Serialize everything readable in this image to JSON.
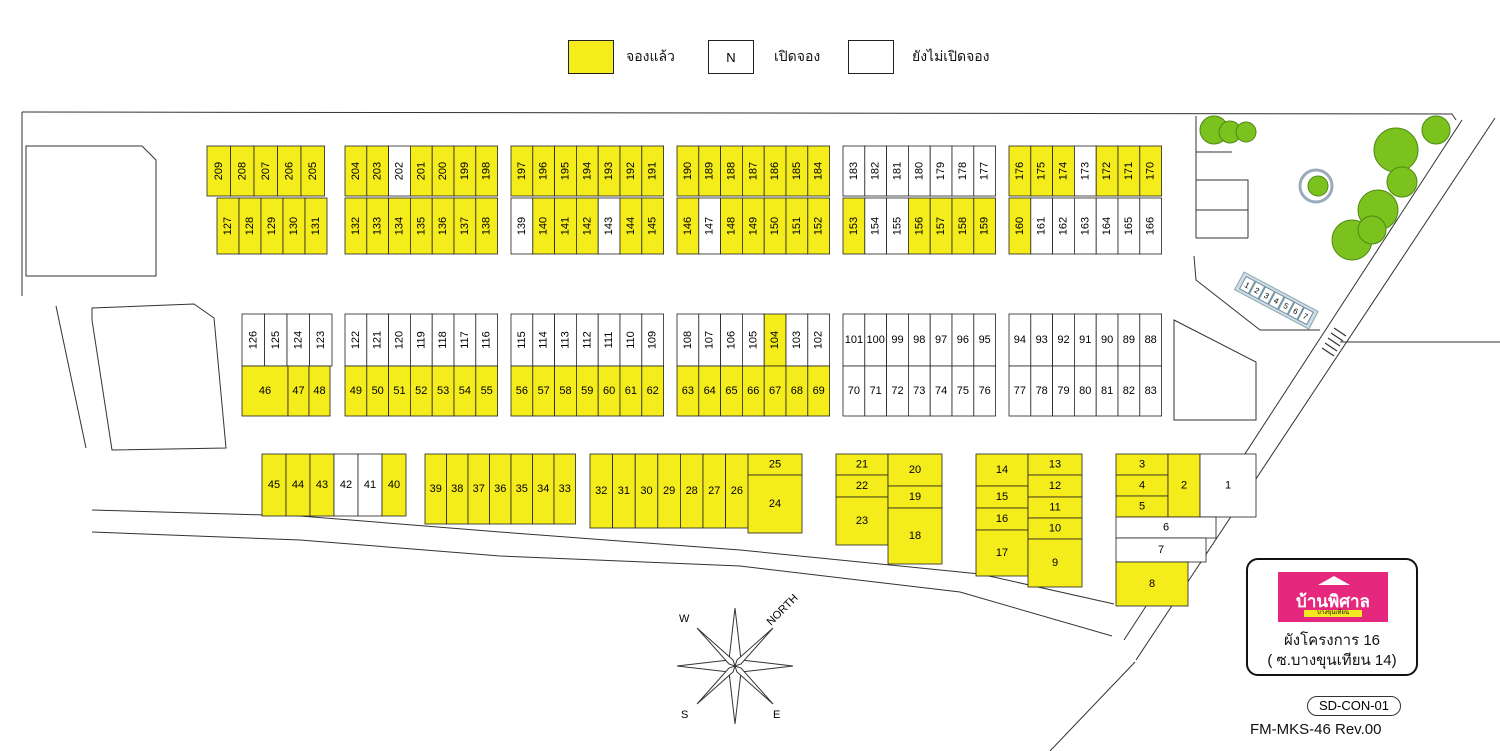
{
  "legend": {
    "booked_label": "จองแล้ว",
    "open_swatch_text": "N",
    "open_label": "เปิดจอง",
    "notopen_label": "ยังไม่เปิดจอง",
    "colors": {
      "booked": "#f5ec1c",
      "free": "#ffffff",
      "outline": "#222222",
      "road_line": "#333333",
      "tree": "#7cc21e"
    }
  },
  "logo": {
    "name": "บ้านพิศาล",
    "subname": "บางขุนเทียน"
  },
  "project": {
    "line1": "ผังโครงการ 16",
    "line2": "( ซ.บางขุนเทียน 14)"
  },
  "doc_code": "SD-CON-01",
  "form_number": "FM-MKS-46   Rev.00",
  "compass": {
    "north": "NORTH",
    "south": "S",
    "east": "E",
    "west": "W"
  },
  "parking_labels": [
    "1",
    "2",
    "3",
    "4",
    "5",
    "6",
    "7"
  ],
  "plots": {
    "row1_top": [
      [
        {
          "n": "209",
          "b": true
        },
        {
          "n": "208",
          "b": true
        },
        {
          "n": "207",
          "b": true
        },
        {
          "n": "206",
          "b": true
        },
        {
          "n": "205",
          "b": true
        }
      ],
      [
        {
          "n": "204",
          "b": true
        },
        {
          "n": "203",
          "b": true
        },
        {
          "n": "202",
          "b": false
        },
        {
          "n": "201",
          "b": true
        },
        {
          "n": "200",
          "b": true
        },
        {
          "n": "199",
          "b": true
        },
        {
          "n": "198",
          "b": true
        }
      ],
      [
        {
          "n": "197",
          "b": true
        },
        {
          "n": "196",
          "b": true
        },
        {
          "n": "195",
          "b": true
        },
        {
          "n": "194",
          "b": true
        },
        {
          "n": "193",
          "b": true
        },
        {
          "n": "192",
          "b": true
        },
        {
          "n": "191",
          "b": true
        }
      ],
      [
        {
          "n": "190",
          "b": true
        },
        {
          "n": "189",
          "b": true
        },
        {
          "n": "188",
          "b": true
        },
        {
          "n": "187",
          "b": true
        },
        {
          "n": "186",
          "b": true
        },
        {
          "n": "185",
          "b": true
        },
        {
          "n": "184",
          "b": true
        }
      ],
      [
        {
          "n": "183",
          "b": false
        },
        {
          "n": "182",
          "b": false
        },
        {
          "n": "181",
          "b": false
        },
        {
          "n": "180",
          "b": false
        },
        {
          "n": "179",
          "b": false
        },
        {
          "n": "178",
          "b": false
        },
        {
          "n": "177",
          "b": false
        }
      ],
      [
        {
          "n": "176",
          "b": true
        },
        {
          "n": "175",
          "b": true
        },
        {
          "n": "174",
          "b": true
        },
        {
          "n": "173",
          "b": false
        },
        {
          "n": "172",
          "b": true
        },
        {
          "n": "171",
          "b": true
        },
        {
          "n": "170",
          "b": true
        }
      ]
    ],
    "row1_bottom": [
      [
        {
          "n": "127",
          "b": true
        },
        {
          "n": "128",
          "b": true
        },
        {
          "n": "129",
          "b": true
        },
        {
          "n": "130",
          "b": true
        },
        {
          "n": "131",
          "b": true
        }
      ],
      [
        {
          "n": "132",
          "b": true
        },
        {
          "n": "133",
          "b": true
        },
        {
          "n": "134",
          "b": true
        },
        {
          "n": "135",
          "b": true
        },
        {
          "n": "136",
          "b": true
        },
        {
          "n": "137",
          "b": true
        },
        {
          "n": "138",
          "b": true
        }
      ],
      [
        {
          "n": "139",
          "b": false
        },
        {
          "n": "140",
          "b": true
        },
        {
          "n": "141",
          "b": true
        },
        {
          "n": "142",
          "b": true
        },
        {
          "n": "143",
          "b": false
        },
        {
          "n": "144",
          "b": true
        },
        {
          "n": "145",
          "b": true
        }
      ],
      [
        {
          "n": "146",
          "b": true
        },
        {
          "n": "147",
          "b": false
        },
        {
          "n": "148",
          "b": true
        },
        {
          "n": "149",
          "b": true
        },
        {
          "n": "150",
          "b": true
        },
        {
          "n": "151",
          "b": true
        },
        {
          "n": "152",
          "b": true
        }
      ],
      [
        {
          "n": "153",
          "b": true
        },
        {
          "n": "154",
          "b": false
        },
        {
          "n": "155",
          "b": false
        },
        {
          "n": "156",
          "b": true
        },
        {
          "n": "157",
          "b": true
        },
        {
          "n": "158",
          "b": true
        },
        {
          "n": "159",
          "b": true
        }
      ],
      [
        {
          "n": "160",
          "b": true
        },
        {
          "n": "161",
          "b": false
        },
        {
          "n": "162",
          "b": false
        },
        {
          "n": "163",
          "b": false
        },
        {
          "n": "164",
          "b": false
        },
        {
          "n": "165",
          "b": false
        },
        {
          "n": "166",
          "b": false
        }
      ]
    ],
    "row2_top": [
      [
        {
          "n": "126",
          "b": false
        },
        {
          "n": "125",
          "b": false
        },
        {
          "n": "124",
          "b": false
        },
        {
          "n": "123",
          "b": false
        }
      ],
      [
        {
          "n": "122",
          "b": false
        },
        {
          "n": "121",
          "b": false
        },
        {
          "n": "120",
          "b": false
        },
        {
          "n": "119",
          "b": false
        },
        {
          "n": "118",
          "b": false
        },
        {
          "n": "117",
          "b": false
        },
        {
          "n": "116",
          "b": false
        }
      ],
      [
        {
          "n": "115",
          "b": false
        },
        {
          "n": "114",
          "b": false
        },
        {
          "n": "113",
          "b": false
        },
        {
          "n": "112",
          "b": false
        },
        {
          "n": "111",
          "b": false
        },
        {
          "n": "110",
          "b": false
        },
        {
          "n": "109",
          "b": false
        }
      ],
      [
        {
          "n": "108",
          "b": false
        },
        {
          "n": "107",
          "b": false
        },
        {
          "n": "106",
          "b": false
        },
        {
          "n": "105",
          "b": false
        },
        {
          "n": "104",
          "b": true
        },
        {
          "n": "103",
          "b": false
        },
        {
          "n": "102",
          "b": false
        }
      ],
      [
        {
          "n": "101",
          "b": false
        },
        {
          "n": "100",
          "b": false
        },
        {
          "n": "99",
          "b": false
        },
        {
          "n": "98",
          "b": false
        },
        {
          "n": "97",
          "b": false
        },
        {
          "n": "96",
          "b": false
        },
        {
          "n": "95",
          "b": false
        }
      ],
      [
        {
          "n": "94",
          "b": false
        },
        {
          "n": "93",
          "b": false
        },
        {
          "n": "92",
          "b": false
        },
        {
          "n": "91",
          "b": false
        },
        {
          "n": "90",
          "b": false
        },
        {
          "n": "89",
          "b": false
        },
        {
          "n": "88",
          "b": false
        }
      ]
    ],
    "row2_bottom": [
      [
        {
          "n": "46",
          "b": true
        },
        {
          "n": "47",
          "b": true
        },
        {
          "n": "48",
          "b": true
        }
      ],
      [
        {
          "n": "49",
          "b": true
        },
        {
          "n": "50",
          "b": true
        },
        {
          "n": "51",
          "b": true
        },
        {
          "n": "52",
          "b": true
        },
        {
          "n": "53",
          "b": true
        },
        {
          "n": "54",
          "b": true
        },
        {
          "n": "55",
          "b": true
        }
      ],
      [
        {
          "n": "56",
          "b": true
        },
        {
          "n": "57",
          "b": true
        },
        {
          "n": "58",
          "b": true
        },
        {
          "n": "59",
          "b": true
        },
        {
          "n": "60",
          "b": true
        },
        {
          "n": "61",
          "b": true
        },
        {
          "n": "62",
          "b": true
        }
      ],
      [
        {
          "n": "63",
          "b": true
        },
        {
          "n": "64",
          "b": true
        },
        {
          "n": "65",
          "b": true
        },
        {
          "n": "66",
          "b": true
        },
        {
          "n": "67",
          "b": true
        },
        {
          "n": "68",
          "b": true
        },
        {
          "n": "69",
          "b": true
        }
      ],
      [
        {
          "n": "70",
          "b": false
        },
        {
          "n": "71",
          "b": false
        },
        {
          "n": "72",
          "b": false
        },
        {
          "n": "73",
          "b": false
        },
        {
          "n": "74",
          "b": false
        },
        {
          "n": "75",
          "b": false
        },
        {
          "n": "76",
          "b": false
        }
      ],
      [
        {
          "n": "77",
          "b": false
        },
        {
          "n": "78",
          "b": false
        },
        {
          "n": "79",
          "b": false
        },
        {
          "n": "80",
          "b": false
        },
        {
          "n": "81",
          "b": false
        },
        {
          "n": "82",
          "b": false
        },
        {
          "n": "83",
          "b": false
        }
      ]
    ],
    "row3": [
      [
        {
          "n": "45",
          "b": true
        },
        {
          "n": "44",
          "b": true
        },
        {
          "n": "43",
          "b": true
        },
        {
          "n": "42",
          "b": false
        },
        {
          "n": "41",
          "b": false
        },
        {
          "n": "40",
          "b": true
        }
      ],
      [
        {
          "n": "39",
          "b": true
        },
        {
          "n": "38",
          "b": true
        },
        {
          "n": "37",
          "b": true
        },
        {
          "n": "36",
          "b": true
        },
        {
          "n": "35",
          "b": true
        },
        {
          "n": "34",
          "b": true
        },
        {
          "n": "33",
          "b": true
        }
      ],
      [
        {
          "n": "32",
          "b": true
        },
        {
          "n": "31",
          "b": true
        },
        {
          "n": "30",
          "b": true
        },
        {
          "n": "29",
          "b": true
        },
        {
          "n": "28",
          "b": true
        },
        {
          "n": "27",
          "b": true
        },
        {
          "n": "26",
          "b": true
        }
      ]
    ],
    "blocks_se": {
      "b25": {
        "n": "25",
        "b": true
      },
      "b24": {
        "n": "24",
        "b": true
      },
      "b21": {
        "n": "21",
        "b": true
      },
      "b22": {
        "n": "22",
        "b": true
      },
      "b23": {
        "n": "23",
        "b": true
      },
      "b20": {
        "n": "20",
        "b": true
      },
      "b19": {
        "n": "19",
        "b": true
      },
      "b18": {
        "n": "18",
        "b": true
      },
      "b14": {
        "n": "14",
        "b": true
      },
      "b15": {
        "n": "15",
        "b": true
      },
      "b16": {
        "n": "16",
        "b": true
      },
      "b17": {
        "n": "17",
        "b": true
      },
      "b13": {
        "n": "13",
        "b": true
      },
      "b12": {
        "n": "12",
        "b": true
      },
      "b11": {
        "n": "11",
        "b": true
      },
      "b10": {
        "n": "10",
        "b": true
      },
      "b9": {
        "n": "9",
        "b": true
      },
      "b3": {
        "n": "3",
        "b": true
      },
      "b4": {
        "n": "4",
        "b": true
      },
      "b5": {
        "n": "5",
        "b": true
      },
      "b2": {
        "n": "2",
        "b": true
      },
      "b1": {
        "n": "1",
        "b": false
      },
      "b6": {
        "n": "6",
        "b": false
      },
      "b7": {
        "n": "7",
        "b": false
      },
      "b8": {
        "n": "8",
        "b": true
      }
    }
  }
}
